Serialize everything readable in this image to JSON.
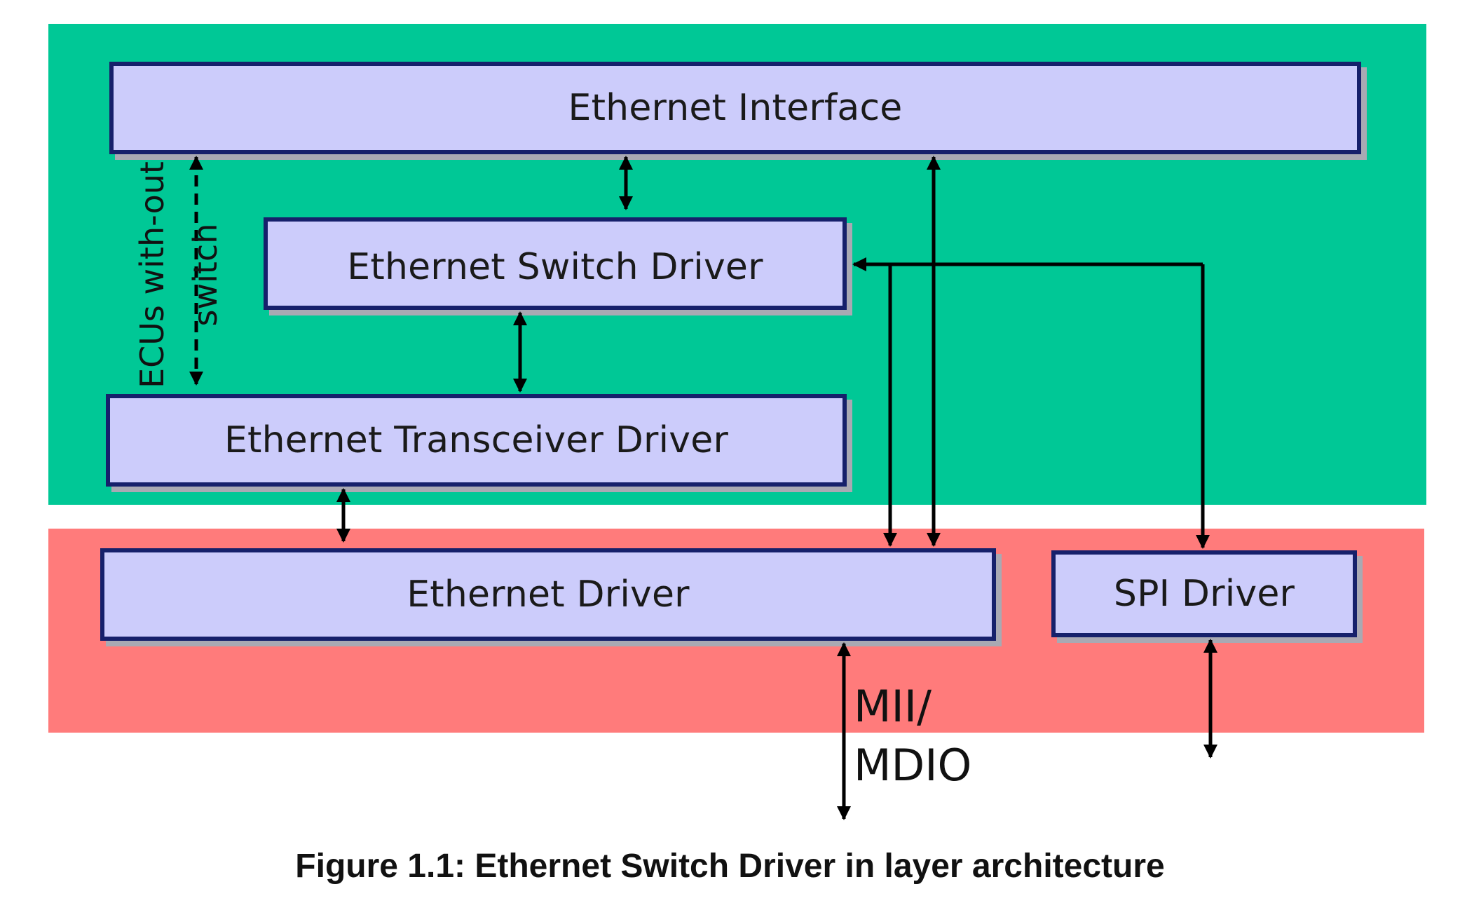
{
  "diagram": {
    "modules": {
      "ethernet_interface": "Ethernet Interface",
      "ethernet_switch_driver": "Ethernet Switch Driver",
      "ethernet_transceiver_driver": "Ethernet Transceiver Driver",
      "ethernet_driver": "Ethernet Driver",
      "spi_driver": "SPI Driver"
    },
    "annotations": {
      "ecus_without_switch": "ECUs with-out switch",
      "mii_mdio": "MII/ MDIO"
    },
    "caption": "Figure 1.1: Ethernet Switch Driver in layer architecture",
    "colors": {
      "upper_layer": "#00c896",
      "lower_layer": "#ff7b7b",
      "module_fill": "#ccccfb",
      "module_border": "#16206b"
    }
  }
}
